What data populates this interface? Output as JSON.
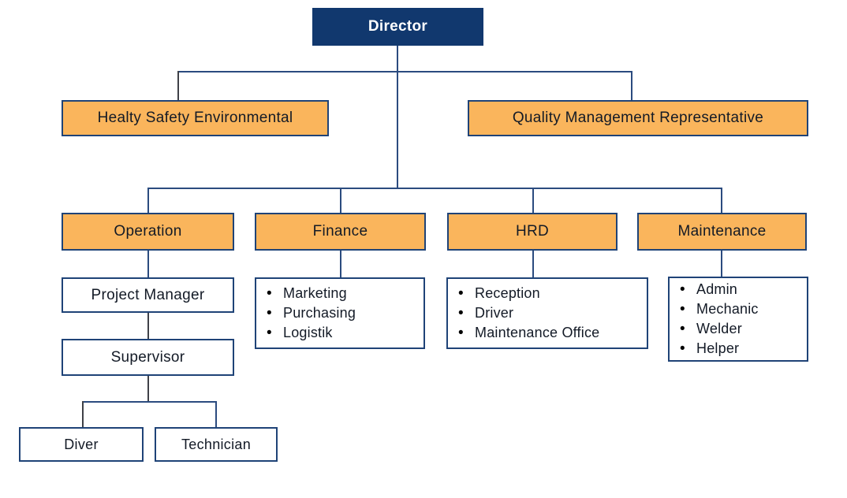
{
  "colors": {
    "navy": "#11386E",
    "orange": "#FAB55C",
    "border": "#1F4377",
    "line": "#2B4B7F",
    "line_dark": "#3F4147",
    "text": "#131A26",
    "background": "#FFFFFF"
  },
  "org": {
    "director": {
      "label": "Director"
    },
    "staff": [
      {
        "label": "Healty Safety Environmental"
      },
      {
        "label": "Quality Management Representative"
      }
    ],
    "departments": [
      {
        "label": "Operation"
      },
      {
        "label": "Finance",
        "items": [
          "Marketing",
          "Purchasing",
          "Logistik"
        ]
      },
      {
        "label": "HRD",
        "items": [
          "Reception",
          "Driver",
          "Maintenance Office"
        ]
      },
      {
        "label": "Maintenance",
        "items": [
          "Admin",
          "Mechanic",
          "Welder",
          "Helper"
        ]
      }
    ],
    "operation_chain": [
      {
        "label": "Project Manager"
      },
      {
        "label": "Supervisor"
      }
    ],
    "supervisor_reports": [
      {
        "label": "Diver"
      },
      {
        "label": "Technician"
      }
    ]
  }
}
